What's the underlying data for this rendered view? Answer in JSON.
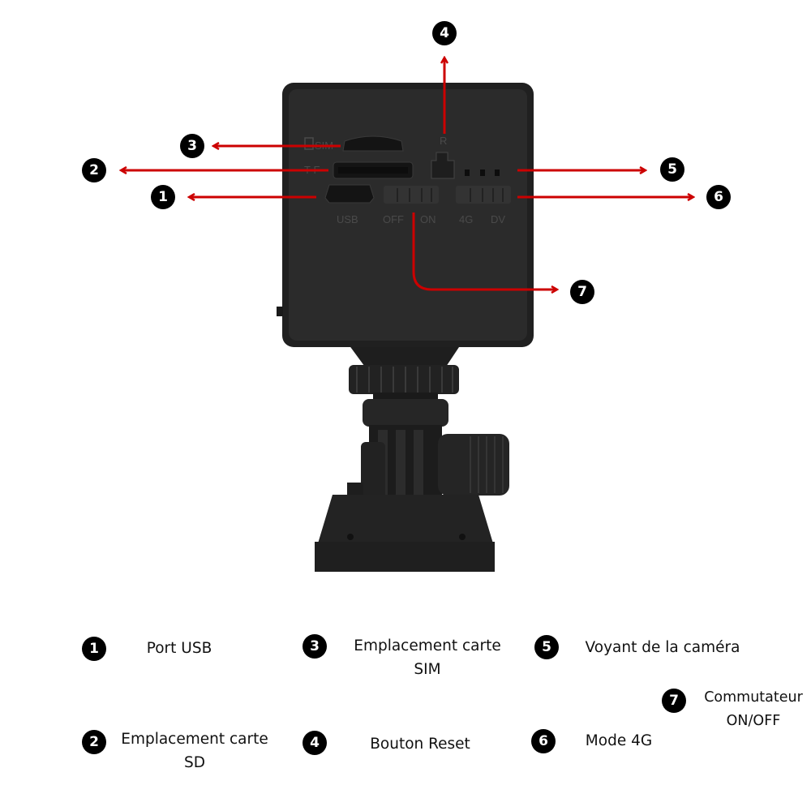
{
  "colors": {
    "arrow": "#cc0000",
    "body": "#2b2b2b",
    "badge": "#000000"
  },
  "device_labels": {
    "sim": "SIM",
    "tf": "T-F",
    "usb": "USB",
    "off": "OFF",
    "on": "ON",
    "r": "R",
    "g4": "4G",
    "dv": "DV"
  },
  "callouts": [
    "1",
    "2",
    "3",
    "4",
    "5",
    "6",
    "7"
  ],
  "legend": [
    {
      "num": "1",
      "line1": "Port USB",
      "line2": ""
    },
    {
      "num": "2",
      "line1": "Emplacement carte",
      "line2": "SD"
    },
    {
      "num": "3",
      "line1": "Emplacement carte",
      "line2": "SIM"
    },
    {
      "num": "4",
      "line1": "Bouton Reset",
      "line2": ""
    },
    {
      "num": "5",
      "line1": "Voyant de la caméra",
      "line2": ""
    },
    {
      "num": "6",
      "line1": "Mode 4G",
      "line2": ""
    },
    {
      "num": "7",
      "line1": "Commutateur",
      "line2": "ON/OFF"
    }
  ]
}
